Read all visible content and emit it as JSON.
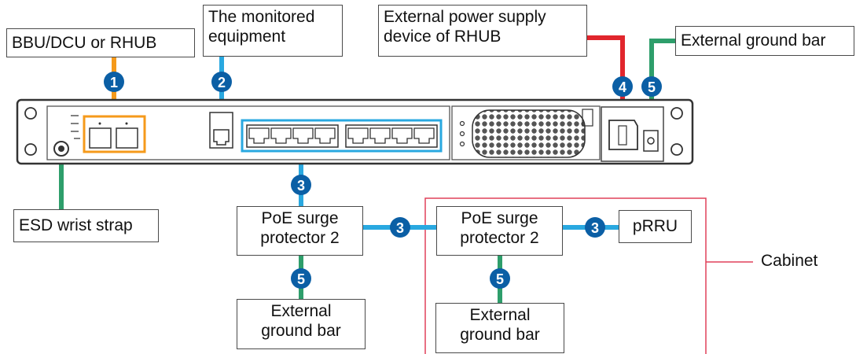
{
  "colors": {
    "orange": "#f59a1b",
    "blue": "#29a8e0",
    "red": "#e1262d",
    "green": "#2e9e6b",
    "badge": "#0b5fa5",
    "cabinet": "#e0405a"
  },
  "labels": {
    "bbu": "BBU/DCU  or  RHUB",
    "monitored_1": "The monitored",
    "monitored_2": "equipment",
    "ext_power_1": "External power supply",
    "ext_power_2": "device of RHUB",
    "ext_ground_top": "External ground bar",
    "esd": "ESD wrist strap",
    "poe_left_1": "PoE surge",
    "poe_left_2": "protector 2",
    "poe_right_1": "PoE surge",
    "poe_right_2": "protector 2",
    "prru": "pRRU",
    "ground_left_1": "External",
    "ground_left_2": "ground bar",
    "ground_right_1": "External",
    "ground_right_2": "ground bar",
    "cabinet": "Cabinet"
  },
  "badges": {
    "b1": "1",
    "b2": "2",
    "b3a": "3",
    "b3b": "3",
    "b3c": "3",
    "b4": "4",
    "b5a": "5",
    "b5b": "5",
    "b5c": "5"
  }
}
